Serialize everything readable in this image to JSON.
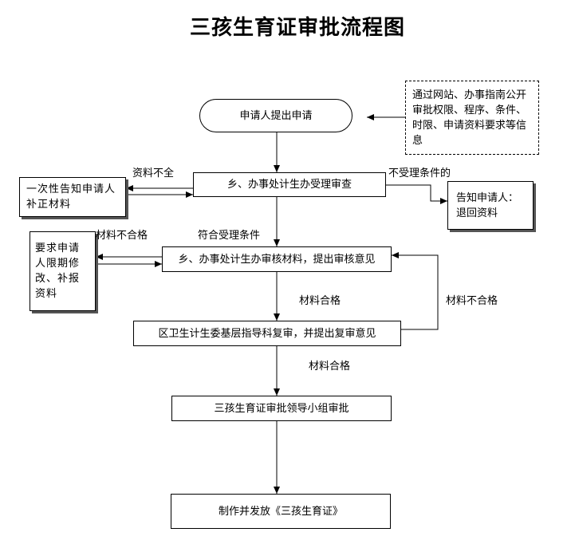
{
  "title": "三孩生育证审批流程图",
  "nodes": {
    "apply": "申请人提出申请",
    "public_info": "通过网站、办事指南公开审批权限、程序、条件、时限、申请资料要求等信息",
    "accept_review": "乡、办事处计生办受理审查",
    "notify_once": "一次性告知申请人补正材料",
    "notify_return": "告知申请人：退回资料",
    "request_supplement": "要求申请人限期修改、补报资料",
    "review_materials": "乡、办事处计生办审核材料，提出审核意见",
    "district_review": "区卫生计生委基层指导科复审，并提出复审意见",
    "leader_approval": "三孩生育证审批领导小组审批",
    "issue_cert": "制作并发放《三孩生育证》"
  },
  "labels": {
    "incomplete": "资料不全",
    "not_meet": "不受理条件的",
    "meets": "符合受理条件",
    "unqualified_left": "材料不合格",
    "qualified_1": "材料合格",
    "unqualified_right": "材料不合格",
    "qualified_2": "材料合格"
  }
}
